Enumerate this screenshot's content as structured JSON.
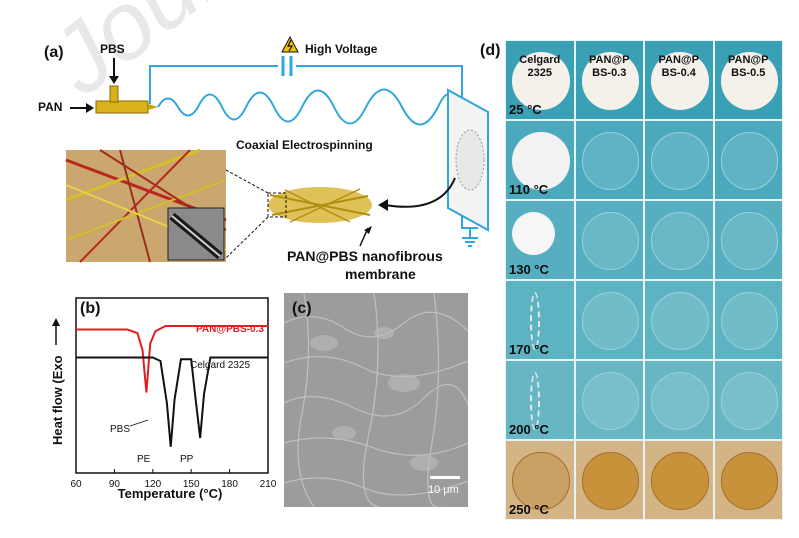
{
  "panel_a": {
    "label": "(a)",
    "pbs": "PBS",
    "pan": "PAN",
    "high_voltage": "High Voltage",
    "process": "Coaxial Electrospinning",
    "membrane_line1": "PAN@PBS nanofibrous",
    "membrane_line2": "membrane"
  },
  "panel_b": {
    "label": "(b)",
    "ylabel": "Heat flow (Exo",
    "xlabel": "Temperature (°C)",
    "series_red": "PAN@PBS-0.3",
    "series_black": "Celgard 2325",
    "peak_pbs": "PBS",
    "peak_pe": "PE",
    "peak_pp": "PP",
    "xticks": [
      "60",
      "90",
      "120",
      "150",
      "180",
      "210"
    ]
  },
  "panel_c": {
    "label": "(c)",
    "scalebar": "10 μm"
  },
  "panel_d": {
    "label": "(d)",
    "columns": [
      {
        "line1": "Celgard",
        "line2": "2325"
      },
      {
        "line1": "PAN@P",
        "line2": "BS-0.3"
      },
      {
        "line1": "PAN@P",
        "line2": "BS-0.4"
      },
      {
        "line1": "PAN@P",
        "line2": "BS-0.5"
      }
    ],
    "temperatures": [
      "25 °C",
      "110 °C",
      "130 °C",
      "170 °C",
      "200 °C",
      "250 °C"
    ]
  },
  "chart_data": {
    "type": "line",
    "xlabel": "Temperature (°C)",
    "ylabel": "Heat flow (Exo",
    "xlim": [
      60,
      210
    ],
    "xticks": [
      60,
      90,
      120,
      150,
      180,
      210
    ],
    "series": [
      {
        "name": "PAN@PBS-0.3",
        "color": "#e02020",
        "x": [
          60,
          100,
          108,
          112,
          115,
          118,
          122,
          130,
          210
        ],
        "y": [
          8.2,
          8.2,
          8.0,
          7.0,
          4.6,
          7.4,
          8.1,
          8.4,
          8.4
        ]
      },
      {
        "name": "Celgard 2325",
        "color": "#111111",
        "x": [
          60,
          120,
          126,
          131,
          134,
          137,
          142,
          150,
          153,
          157,
          160,
          165,
          210
        ],
        "y": [
          6.6,
          6.6,
          6.4,
          4.0,
          1.5,
          4.2,
          6.5,
          6.5,
          4.5,
          2.0,
          4.5,
          6.6,
          6.6
        ]
      }
    ],
    "annotations": [
      "PBS",
      "PE",
      "PP"
    ]
  }
}
